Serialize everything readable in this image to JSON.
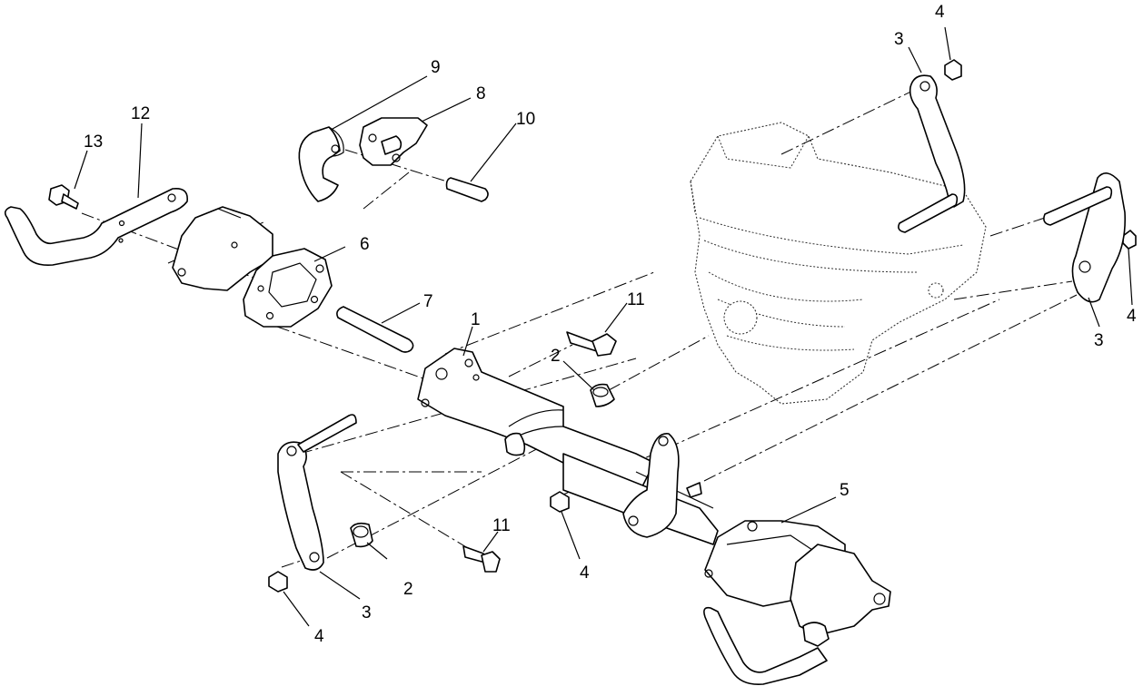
{
  "diagram": {
    "callouts": [
      {
        "id": "c1",
        "label": "1"
      },
      {
        "id": "c2a",
        "label": "2"
      },
      {
        "id": "c2b",
        "label": "2"
      },
      {
        "id": "c3a",
        "label": "3"
      },
      {
        "id": "c3b",
        "label": "3"
      },
      {
        "id": "c3c",
        "label": "3"
      },
      {
        "id": "c4a",
        "label": "4"
      },
      {
        "id": "c4b",
        "label": "4"
      },
      {
        "id": "c4c",
        "label": "4"
      },
      {
        "id": "c4d",
        "label": "4"
      },
      {
        "id": "c5",
        "label": "5"
      },
      {
        "id": "c6",
        "label": "6"
      },
      {
        "id": "c7",
        "label": "7"
      },
      {
        "id": "c8",
        "label": "8"
      },
      {
        "id": "c9",
        "label": "9"
      },
      {
        "id": "c10",
        "label": "10"
      },
      {
        "id": "c11a",
        "label": "11"
      },
      {
        "id": "c11b",
        "label": "11"
      },
      {
        "id": "c12",
        "label": "12"
      },
      {
        "id": "c13",
        "label": "13"
      }
    ]
  }
}
